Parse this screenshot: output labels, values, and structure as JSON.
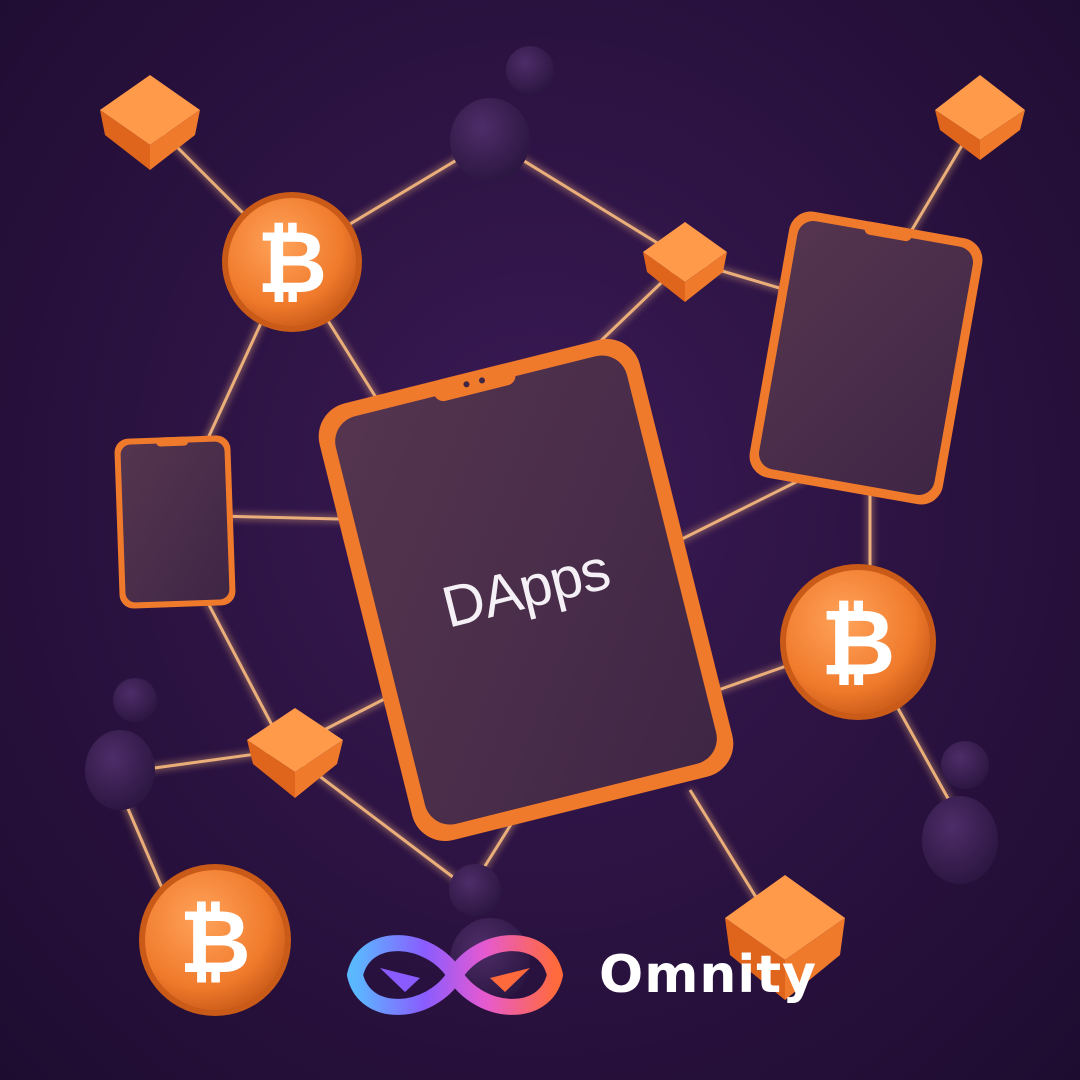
{
  "scene": {
    "description_kind": "3d-illustration",
    "colors": {
      "background": "#2a1240",
      "accent": "#f07a2c",
      "accent_light": "#ff9a4a",
      "screen": "#4a2d4e",
      "glow": "#ffb070",
      "figure": "#3b2152"
    },
    "main_phone": {
      "screen_text": "DApps"
    },
    "coin_symbol": "bitcoin-icon"
  },
  "brand": {
    "name": "Omnity",
    "logo_icon": "infinity-eyes-logo",
    "logo_colors": [
      "#5bb8ff",
      "#8a5cff",
      "#e65ad0",
      "#ff6a3d"
    ]
  }
}
